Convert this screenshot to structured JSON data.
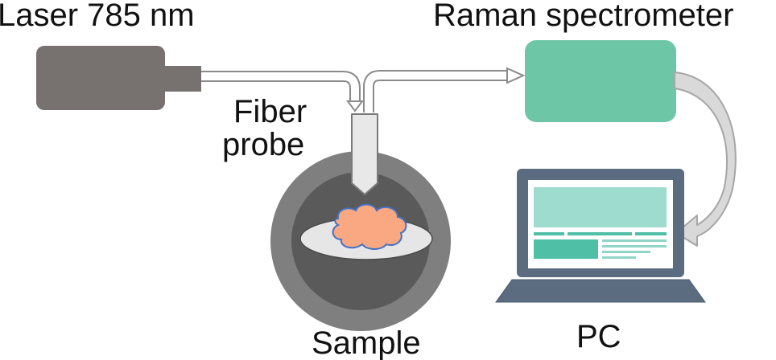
{
  "labels": {
    "laser": "Laser 785 nm",
    "spectrometer": "Raman spectrometer",
    "fiber_line1": "Fiber",
    "fiber_line2": "probe",
    "sample": "Sample",
    "pc": "PC"
  },
  "colors": {
    "laser_body": "#777170",
    "spectrometer_body": "#6dc7a7",
    "fiber_stroke": "#8a8a8a",
    "fiber_fill": "#ffffff",
    "probe_fill": "#e8e8e8",
    "chamber_outer": "#7f7f7f",
    "chamber_inner": "#5a5a5a",
    "dish_fill": "#e6e6e6",
    "tissue_fill": "#f9a882",
    "tissue_outline": "#4472c4",
    "laptop_frame": "#5b6b80",
    "screen_bg": "#ffffff",
    "screen_panel": "#9fdcd0",
    "screen_block": "#4fbfa5",
    "screen_lines": "#8fd6c6",
    "curved_arrow_fill": "#d9d9d9",
    "curved_arrow_stroke": "#a6a6a6"
  }
}
